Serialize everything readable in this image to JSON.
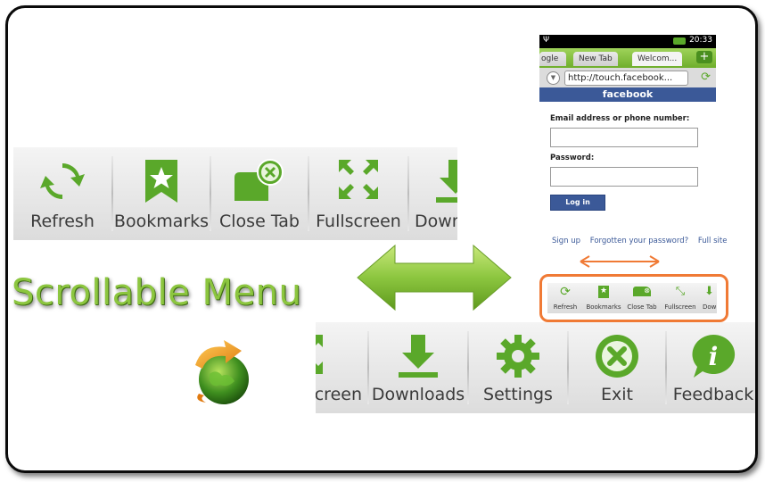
{
  "top_menu": {
    "items": [
      {
        "label": "Refresh",
        "icon": "refresh-icon"
      },
      {
        "label": "Bookmarks",
        "icon": "bookmark-star-icon"
      },
      {
        "label": "Close Tab",
        "icon": "close-tab-icon"
      },
      {
        "label": "Fullscreen",
        "icon": "fullscreen-icon"
      },
      {
        "label": "Down",
        "icon": "download-icon"
      }
    ]
  },
  "bottom_menu": {
    "items": [
      {
        "label": "creen",
        "icon": "fullscreen-icon"
      },
      {
        "label": "Downloads",
        "icon": "download-icon"
      },
      {
        "label": "Settings",
        "icon": "gear-icon"
      },
      {
        "label": "Exit",
        "icon": "exit-icon"
      },
      {
        "label": "Feedback",
        "icon": "feedback-bubble-icon"
      }
    ]
  },
  "headline": "Scrollable Menu",
  "phone": {
    "status_time": "20:33",
    "tabs": [
      "ogle",
      "New Tab",
      "Welcom..."
    ],
    "url": "http://touch.facebook...",
    "site_name": "facebook",
    "email_label": "Email address or phone number:",
    "password_label": "Password:",
    "login_button": "Log in",
    "links": [
      "Sign up",
      "Forgotten your password?",
      "Full site"
    ]
  },
  "mini_menu": {
    "items": [
      "Refresh",
      "Bookmarks",
      "Close Tab",
      "Fullscreen",
      "Dow"
    ]
  },
  "colors": {
    "accent_green": "#5aa82a",
    "title_green": "#8cc63f",
    "highlight_orange": "#f07a35",
    "facebook_blue": "#3b5998"
  }
}
